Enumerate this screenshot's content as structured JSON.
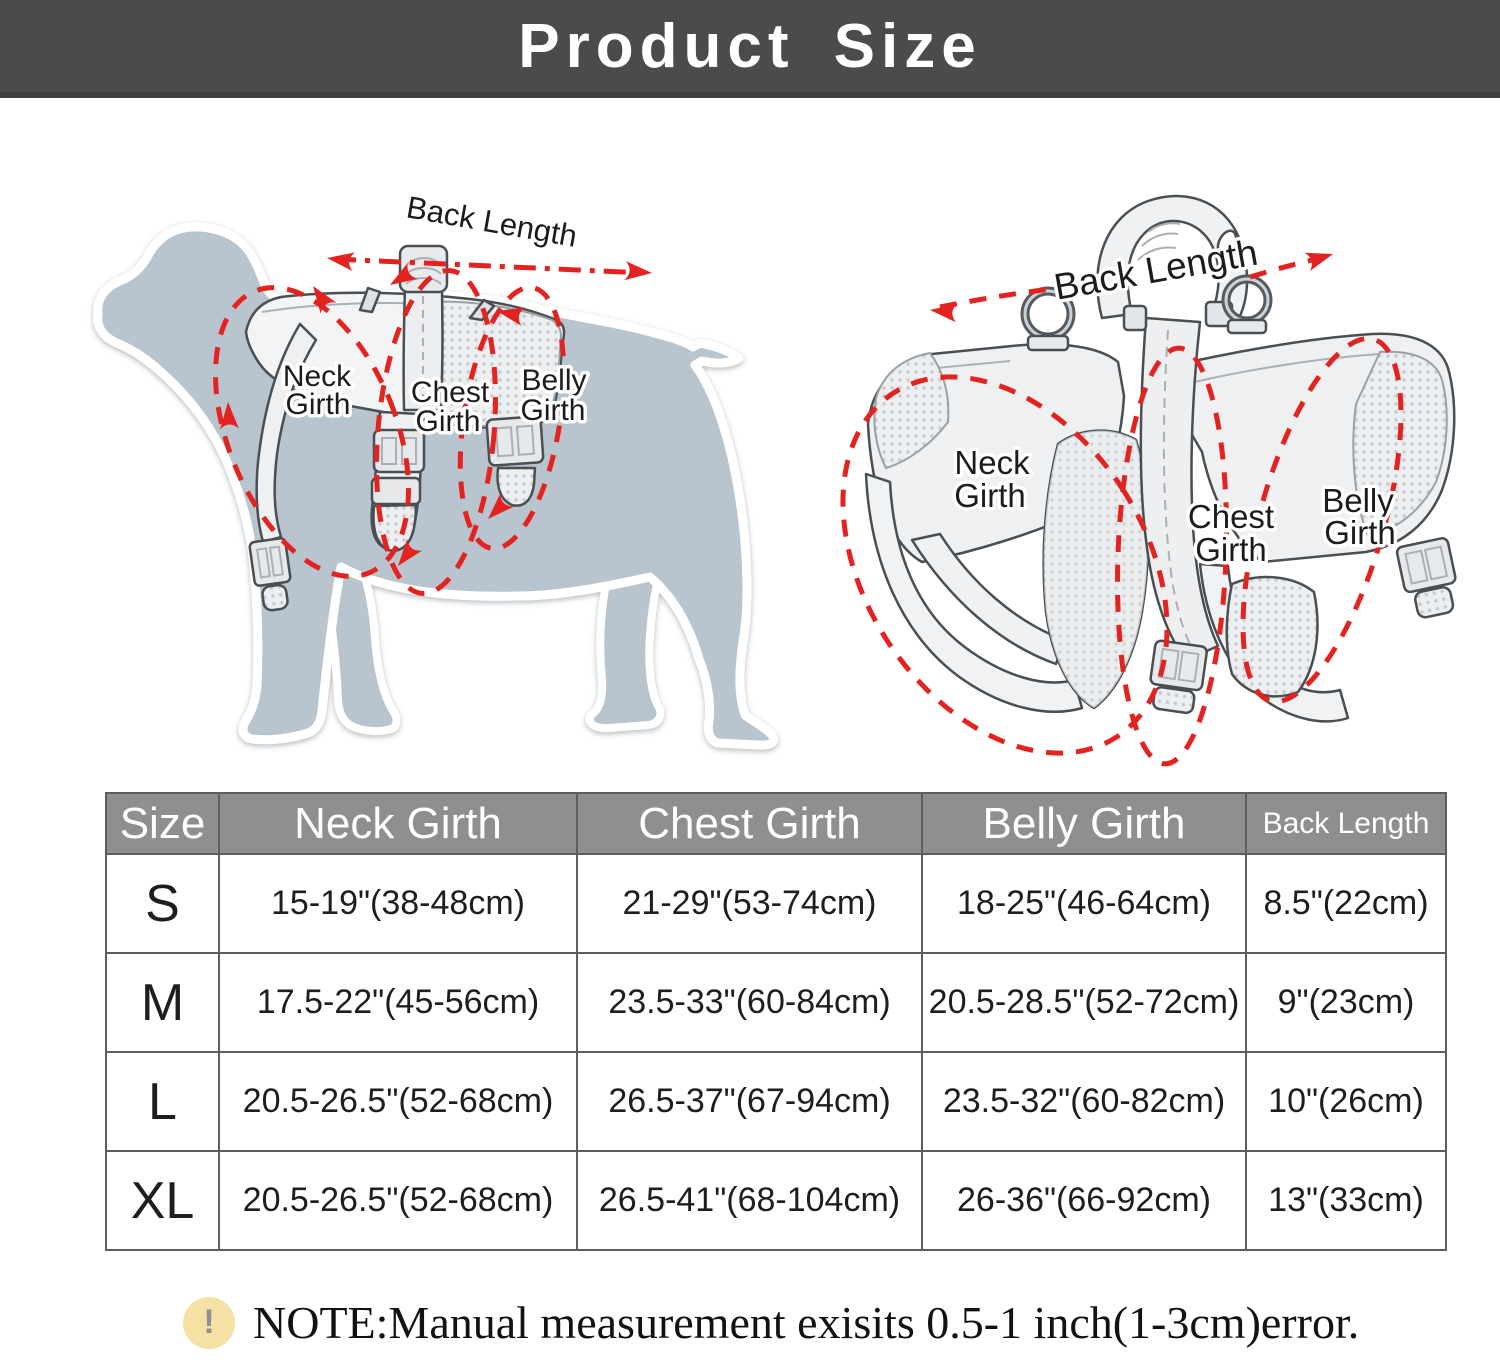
{
  "header": {
    "title": "Product Size"
  },
  "diagram": {
    "back_length": "Back Length",
    "neck_girth_line1": "Neck",
    "neck_girth_line2": "Girth",
    "chest_girth_line1": "Chest",
    "chest_girth_line2": "Girth",
    "belly_girth_line1": "Belly",
    "belly_girth_line2": "Girth"
  },
  "table": {
    "columns": [
      "Size",
      "Neck Girth",
      "Chest Girth",
      "Belly Girth",
      "Back Length"
    ],
    "rows": [
      {
        "size": "S",
        "neck_girth": "15-19\"(38-48cm)",
        "chest_girth": "21-29\"(53-74cm)",
        "belly_girth": "18-25\"(46-64cm)",
        "back_length": "8.5\"(22cm)"
      },
      {
        "size": "M",
        "neck_girth": "17.5-22\"(45-56cm)",
        "chest_girth": "23.5-33\"(60-84cm)",
        "belly_girth": "20.5-28.5\"(52-72cm)",
        "back_length": "9\"(23cm)"
      },
      {
        "size": "L",
        "neck_girth": "20.5-26.5\"(52-68cm)",
        "chest_girth": "26.5-37\"(67-94cm)",
        "belly_girth": "23.5-32\"(60-82cm)",
        "back_length": "10\"(26cm)"
      },
      {
        "size": "XL",
        "neck_girth": "20.5-26.5\"(52-68cm)",
        "chest_girth": "26.5-41\"(68-104cm)",
        "belly_girth": "26-36\"(66-92cm)",
        "back_length": "13\"(33cm)"
      }
    ]
  },
  "note": {
    "icon": "!",
    "text": "NOTE:Manual measurement exisits 0.5-1 inch(1-3cm)error."
  },
  "colors": {
    "header_bar": "#4b4b4d",
    "table_header_bg": "#8f8f90",
    "annotation_red": "#e42320",
    "dog_silhouette": "#b9c5ce"
  }
}
